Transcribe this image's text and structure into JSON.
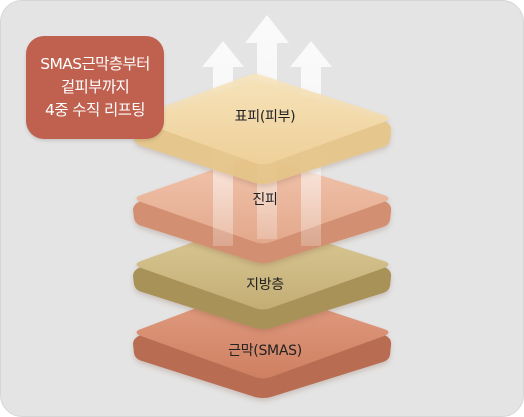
{
  "badge": {
    "line1": "SMAS근막층부터",
    "line2": "겉피부까지",
    "line3": "4중 수직 리프팅"
  },
  "layers": {
    "epidermis": "표피(피부)",
    "dermis": "진피",
    "fat": "지방층",
    "smas": "근막(SMAS)"
  },
  "colors": {
    "background": "#e4e4e4",
    "badge": "#c0614f",
    "epidermis": "#f1d7a5",
    "dermis": "#e7b095",
    "fat": "#cdb880",
    "smas": "#d6896a",
    "arrows": "#ffffff"
  },
  "icons": [
    "up-arrow-icon",
    "up-arrow-icon",
    "up-arrow-icon"
  ]
}
